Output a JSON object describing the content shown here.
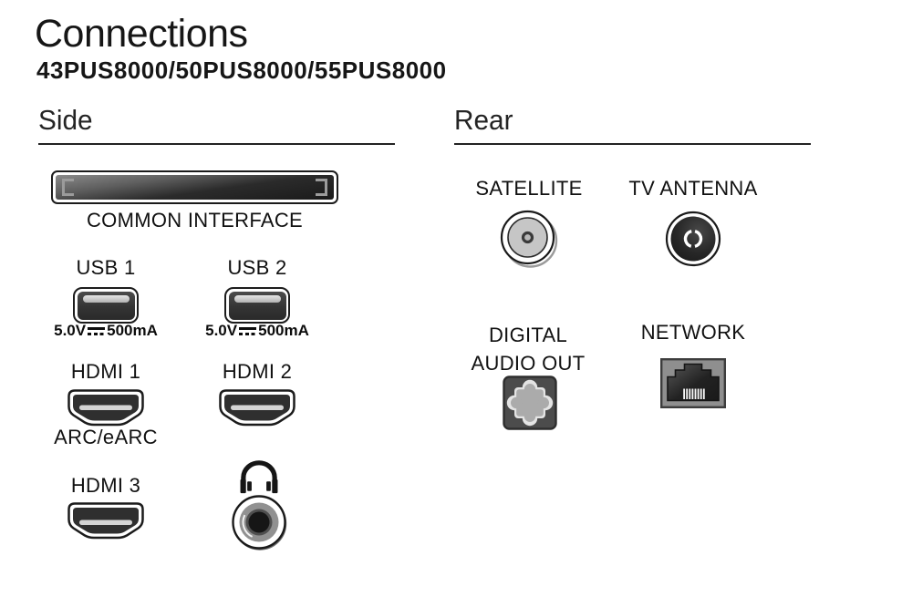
{
  "header": {
    "title": "Connections",
    "subtitle": "43PUS8000/50PUS8000/55PUS8000"
  },
  "side": {
    "heading": "Side",
    "common_interface_label": "COMMON INTERFACE",
    "usb1_label": "USB 1",
    "usb1_power_v": "5.0V",
    "usb1_power_ma": "500mA",
    "usb2_label": "USB 2",
    "usb2_power_v": "5.0V",
    "usb2_power_ma": "500mA",
    "hdmi1_label": "HDMI 1",
    "hdmi1_sublabel": "ARC/eARC",
    "hdmi2_label": "HDMI 2",
    "hdmi3_label": "HDMI 3"
  },
  "rear": {
    "heading": "Rear",
    "satellite_label": "SATELLITE",
    "tv_antenna_label": "TV ANTENNA",
    "digital_audio_out_line1": "DIGITAL",
    "digital_audio_out_line2": "AUDIO OUT",
    "network_label": "NETWORK"
  },
  "colors": {
    "ink": "#161616",
    "port_dark": "#2f2f2f",
    "port_gray": "#8f8f8f",
    "slot_light": "#cfcfcf"
  }
}
